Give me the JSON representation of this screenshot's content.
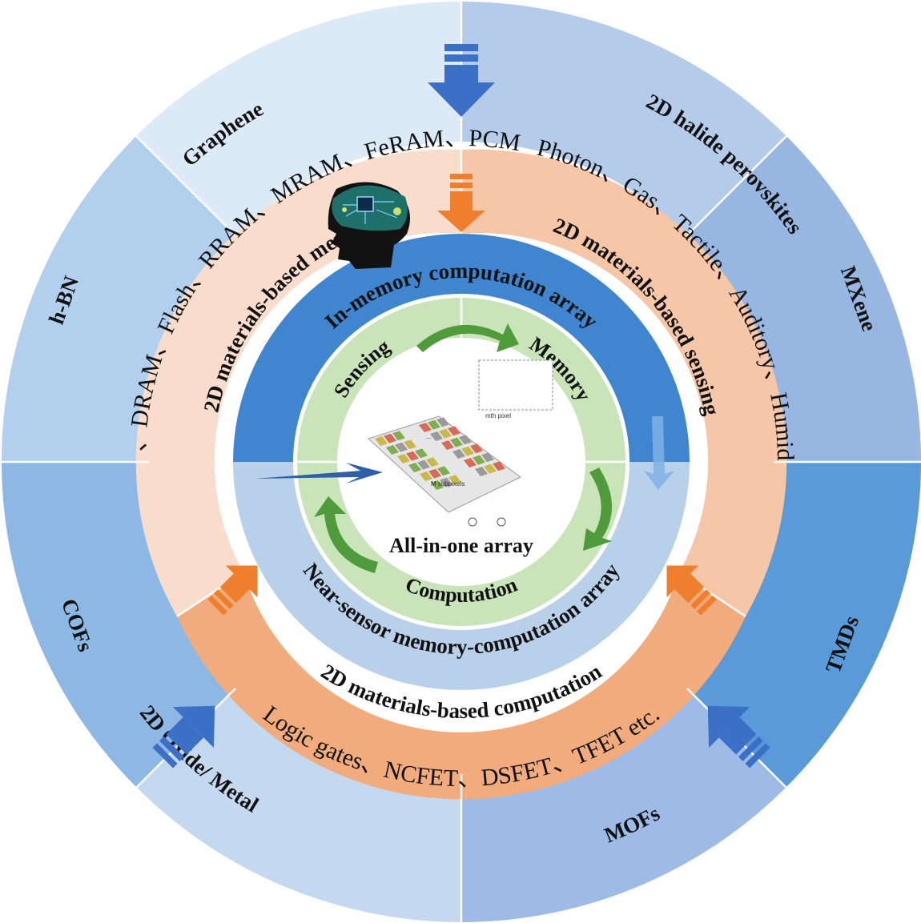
{
  "outer_ring": {
    "materials": [
      "Graphene",
      "2D halide perovskites",
      "MXene",
      "TMDs",
      "2D Oxide/ Metal",
      "MOFs",
      "COFs",
      "h-BN"
    ],
    "colors": [
      "#dce9f6",
      "#b4cbe9",
      "#98b6e2",
      "#5b9ad8",
      "#9dbbe6",
      "#c4d9ef",
      "#8db8e4",
      "#b2cfee"
    ]
  },
  "examples": {
    "memory": "SRAM、DRAM、Flash、RRAM、MRAM、FeRAM、PCM",
    "sensing": "Photon、Gas、Tactile、Auditory、Humidity",
    "computation": "Logic gates、NCFET、DSFET、TFET etc."
  },
  "middle_ring": {
    "memory_label": "2D materials-based memory",
    "sensing_label": "2D materials-based sensing",
    "computation_label": "2D materials-based computation",
    "colors": {
      "top_left": "#f9ddcc",
      "top_right": "#f5c6a7",
      "bottom": "#f2ab7c"
    }
  },
  "inner_ring": {
    "in_memory_label": "In-memory computation array",
    "near_sensor_label": "Near-sensor memory-computation array",
    "colors": {
      "top": "#3f85cf",
      "bottom": "#b8d0ea"
    }
  },
  "cycle": {
    "sensing": "Sensing",
    "memory": "Memory",
    "computation": "Computation",
    "center": "All-in-one array",
    "colors": {
      "ring": "#c3e0b2",
      "arrow": "#4f9a3b"
    }
  },
  "array_figure": {
    "pixel_label": "mth pixel",
    "subpixels_label": "M subpixels",
    "dots": "..."
  },
  "arrows": {
    "blue": "#3c6fc6",
    "orange": "#ef7f2c"
  }
}
